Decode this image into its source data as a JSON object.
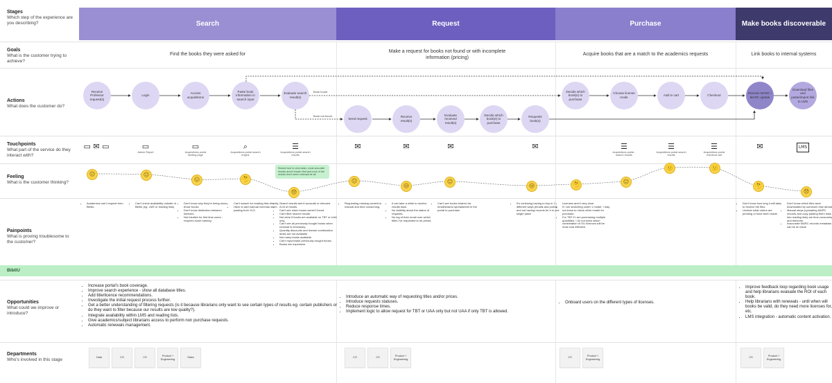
{
  "rows": {
    "stages": {
      "title": "Stages",
      "desc": "Which step of the experience are you describing?"
    },
    "goals": {
      "title": "Goals",
      "desc": "What is the customer trying to achieve?"
    },
    "actions": {
      "title": "Actions",
      "desc": "What does the customer do?"
    },
    "touchpoints": {
      "title": "Touchpoints",
      "desc": "What part of the service do they interact with?"
    },
    "feeling": {
      "title": "Feeling",
      "desc": "What is the customer thinking?"
    },
    "painpoints": {
      "title": "Painpoints",
      "desc": "What is proving troublesome to the customer?"
    },
    "opportunities": {
      "title": "Opportunities",
      "desc": "What could we improve or introduce?"
    },
    "departments": {
      "title": "Departments",
      "desc": "Who's involved in this stage"
    }
  },
  "stages": [
    {
      "label": "Search",
      "color": "#9a8fd3"
    },
    {
      "label": "Request",
      "color": "#6c5fbf"
    },
    {
      "label": "Purchase",
      "color": "#8a7fcd"
    },
    {
      "label": "Make  books discoverable",
      "color": "#3e3a6b"
    }
  ],
  "goals": [
    "Find the books they were asked for",
    "Make a request for books not found or with incomplete information (pricing)",
    "Acquire books that are a match to the academics requests",
    "Link books to internal systems"
  ],
  "actions": [
    "Receive Professor request(s)",
    "Login",
    "Access acquisitions",
    "Paste book information in search input",
    "Evaluate search result(s)",
    "Send request",
    "Receive result(s)",
    "Evaluate received result(s)",
    "Decide which book(s) to purchase",
    "Requests book(s)",
    "Decide which book(s) to purchase",
    "Choose license mode",
    "Add to cart",
    "Checkout",
    "Receive MARC / MARC update",
    "Download files and paste/import link to LMS"
  ],
  "flow_labels": {
    "found": "Book found",
    "not_found": "Book not found"
  },
  "touchpoints": [
    {
      "icon": "▭ ✉ ▭",
      "label": ""
    },
    {
      "icon": "▭",
      "label": "Admin Report"
    },
    {
      "icon": "▭",
      "label": "Acquisitions portal landing page"
    },
    {
      "icon": "⌕",
      "label": "Acquisitions portal search engine"
    },
    {
      "icon": "☰",
      "label": "Acquisitions portal search results"
    },
    {
      "icon": "✉",
      "label": ""
    },
    {
      "icon": "✉",
      "label": ""
    },
    {
      "icon": "✉",
      "label": ""
    },
    {
      "icon": "✉",
      "label": ""
    },
    {
      "icon": "☰",
      "label": "Acquisitions portal - search results"
    },
    {
      "icon": "☰",
      "label": "Acquisitions portal search results"
    },
    {
      "icon": "☰",
      "label": "Acquisitions portal checkout cart"
    },
    {
      "icon": "✉",
      "label": ""
    },
    {
      "icon": "LMS",
      "label": ""
    }
  ],
  "feelings": [
    "😐",
    "😐",
    "😑",
    "🤔",
    "😞",
    "😐",
    "😒",
    "😐",
    "😒",
    "🤔",
    "😐",
    "🙂",
    "🙂",
    "🤔",
    "😞"
  ],
  "bubble": "Search tool is very basic, most accurate results aren't shown first and a lot of the results don't seem relevant at all.",
  "painpoints": [
    [
      "Academics can't request from BibliU."
    ],
    [
      "Can't check availability outside of BibliU (eg. LMS or reading lists)"
    ],
    [
      "Don't know why they're being show those books",
      "Don't know distinction between licenses.",
      "Not intuitive for first time users - requires some training."
    ],
    [
      "Can't search for reading lists directly.",
      "Have to add manual commas when pasting from XLS."
    ],
    [
      "Search results aren't accurate or relevant.",
      "A lot of results.",
      "Can't see when books weren't found",
      "Can't filter search results.",
      "Not clear if books are available on TBT or UAA only.",
      "Can't see all previously bought books when renewal is necessary.",
      "Quantity discounts and license combination deals are not available.",
      "Not many books available.",
      "Can't repurchase previously bought books.",
      "Books are expensive."
    ],
    [
      "Requesting missing content is manual and time consuming."
    ],
    [
      "It can take a while to receive results back",
      "No visibility about the status of requests.",
      "No log of their email over which titles I've requested to be priced."
    ],
    [
      "Can't see books shared via email/shared spreadsheet in the portal to purchase"
    ],
    [
      "It's confusing having to buy in 2 different ways (emails and portal) and not having records for it in one single place"
    ],
    [
      "Licenses aren't very clear",
      "If I am searching under 1 model, I may not know to check other model for purchase.",
      "For TBT if I am purchasing multiple quantities, I do not know which combination of OU licences will be most cost effective."
    ],
    [
      "Don't know how long it will take to receive the files.",
      "Unclear what orders are pending or have been made."
    ],
    [
      "Don't know which files were downloaded by someone else already.",
      "Manual steps (uploading MARC records and copy pasting them links into reading lists) are time consuming and tiresome.",
      "Inaccurate MARC records metadata can be an issue"
    ]
  ],
  "section_band": "BibliU",
  "opportunities": [
    [
      "Increase portal's book coverage.",
      "Improve search experience - show all database titles.",
      "Add title/licence recommendations.",
      "Investigate the initial request process further.",
      "Get a better understanding of filtering requests (is it because librarians only want to see certain types of results eg. certain publishers or do they want to filter  because our results are low quality?).",
      "Integrate availability within LMS and reading lists.",
      "Give academics/subject librarians access to perform non purchase requests.",
      "Automatic renewals management."
    ],
    [
      "Introduce an automatic way of requesting titles and/or prices.",
      "Introduce requests statuses.",
      "Reduce response times.",
      "Implement logic to allow request for TBT or UAA only but not UAA if only TBT is allowed."
    ],
    [
      "Onboard users on the different types of licenses."
    ],
    [
      "Improve feedback loop regarding book usage and help librarians evaluate the ROI of each book.",
      "Help librarians with renewals - until when will books be valid, do they need more licenses for, etc.",
      "LMS integration - automatic content activation."
    ]
  ],
  "departments": [
    [
      "Data",
      "CO",
      "CS",
      "Product + Engineering",
      "Sales"
    ],
    [
      "CO",
      "CS",
      "Product + Engineering"
    ],
    [
      "CS",
      "Product + Engineering"
    ],
    [
      "CS",
      "Product + Engineering"
    ]
  ]
}
